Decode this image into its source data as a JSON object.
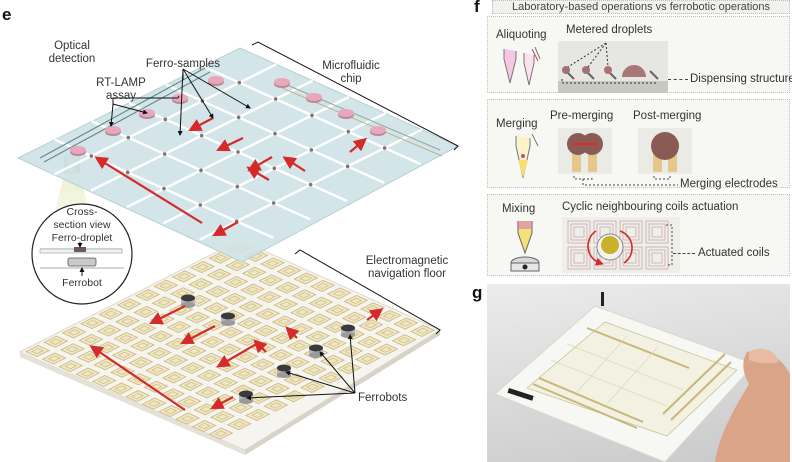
{
  "figure": {
    "panels": {
      "e": {
        "letter": "e",
        "labels": {
          "optical_detection": [
            "Optical",
            "detection"
          ],
          "rt_lamp_assay": [
            "RT-LAMP",
            "assay"
          ],
          "ferro_samples": "Ferro-samples",
          "microfluidic_chip": [
            "Microfluidic",
            "chip"
          ],
          "cross_section": [
            "Cross-",
            "section view"
          ],
          "ferro_droplet": "Ferro-droplet",
          "ferrobot": "Ferrobot",
          "navigation_floor": [
            "Electromagnetic",
            "navigation floor"
          ],
          "ferrobots": "Ferrobots"
        }
      },
      "f": {
        "letter": "f",
        "header": "Laboratory-based operations vs ferrobotic operations",
        "rows": [
          {
            "operation": "Aliquoting",
            "title": "Metered droplets",
            "annotation": "Dispensing structure"
          },
          {
            "operation": "Merging",
            "sub_labels": [
              "Pre-merging",
              "Post-merging"
            ],
            "annotation": "Merging electrodes"
          },
          {
            "operation": "Mixing",
            "title": "Cyclic neighbouring coils actuation",
            "annotation": "Actuated coils"
          }
        ]
      },
      "g": {
        "letter": "g"
      }
    },
    "colors": {
      "arrow_red": "#d42a2a",
      "chip_blue": "#cfe3e6",
      "droplet_pink": "#e9a7be",
      "coil_gold": "#d9c58a",
      "floor_white": "#f6f4ee"
    }
  }
}
